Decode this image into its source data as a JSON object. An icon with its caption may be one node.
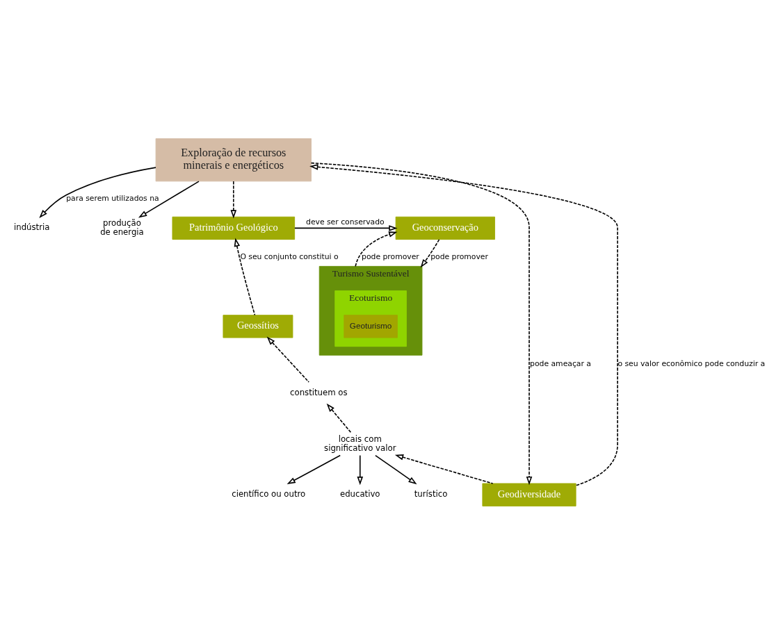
{
  "diagram": {
    "nodes": [
      {
        "text": [
          "Exploração de recursos minerais e energéticos"
        ]
      },
      {
        "text": [
          "indústria"
        ]
      },
      {
        "text": [
          "produção de energia"
        ]
      },
      {
        "text": [
          "Patrimônio Geológico"
        ]
      },
      {
        "text": [
          "Geoconservação"
        ]
      },
      {
        "text": [
          "Turismo Sustentável"
        ]
      },
      {
        "text": [
          "Ecoturismo"
        ],
        "in": 5
      },
      {
        "text": [
          "Geoturismo"
        ],
        "in": 6
      },
      {
        "text": [
          "Geossítios"
        ]
      },
      {
        "text": [
          "locais com significativo valor"
        ]
      },
      {
        "text": [
          "constituem os"
        ]
      },
      {
        "text": [
          "Geodiversidade"
        ]
      },
      {
        "text": [
          "educativo"
        ]
      },
      {
        "text": [
          "turístico"
        ]
      },
      {
        "text": [
          "científico ou outro"
        ]
      }
    ],
    "edges": [
      {
        "from": 0,
        "to": 1,
        "arrow": "to",
        "label": "para serem utilizados na"
      },
      {
        "from": 0,
        "to": 2,
        "arrow": "to"
      },
      {
        "from": 0,
        "to": 3,
        "arrow": "to",
        "style": "dashed"
      },
      {
        "from": 3,
        "to": 4,
        "arrow": "to",
        "label": "deve ser conservado"
      },
      {
        "from": 4,
        "to": 5,
        "arrow": "to",
        "label": "pode promover",
        "style": "dashed"
      },
      {
        "from": 5,
        "to": 4,
        "arrow": "to",
        "label": "pode promover",
        "style": "dashed"
      },
      {
        "from": 8,
        "to": 3,
        "arrow": "to",
        "label": "O seu conjunto constitui o",
        "style": "dashed"
      },
      {
        "from": 10,
        "to": 8,
        "arrow": "to",
        "style": "dashed"
      },
      {
        "from": 9,
        "to": 10,
        "arrow": "to",
        "style": "dashed"
      },
      {
        "from": 11,
        "to": 9,
        "arrow": "to",
        "style": "dashed"
      },
      {
        "from": 9,
        "to": 12,
        "arrow": "to"
      },
      {
        "from": 9,
        "to": 13,
        "arrow": "to"
      },
      {
        "from": 9,
        "to": 14,
        "arrow": "to"
      },
      {
        "from": 0,
        "to": 11,
        "arrow": "to",
        "label": "pode ameaçar a",
        "style": "dashed"
      },
      {
        "from": 11,
        "to": 0,
        "arrow": "to",
        "label": "o seu valor econômico pode conduzir a",
        "style": "dashed"
      }
    ]
  }
}
